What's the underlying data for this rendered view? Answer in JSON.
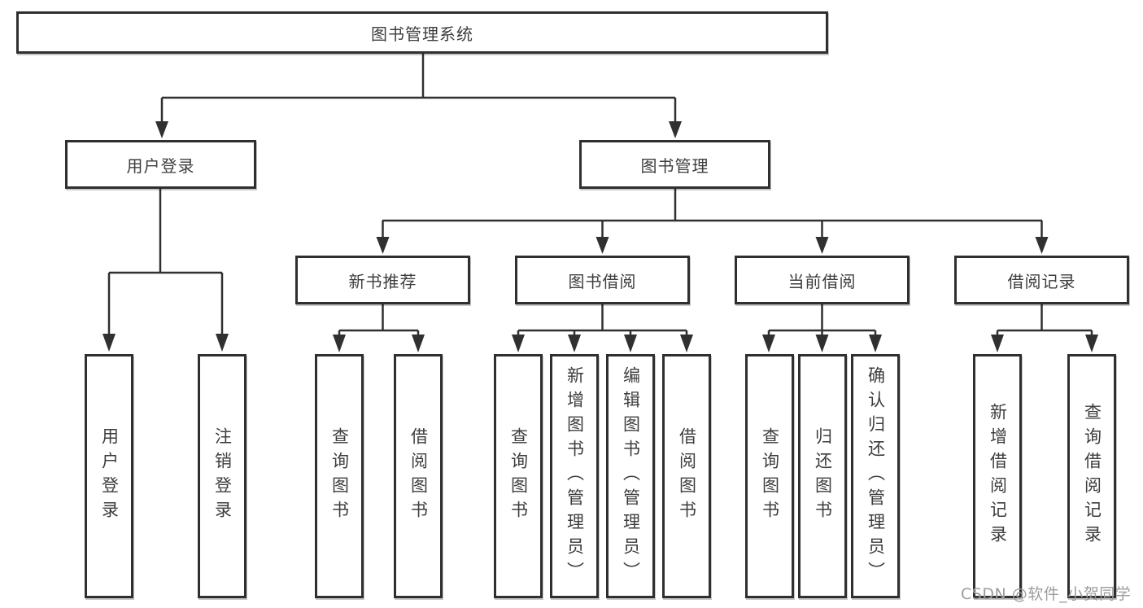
{
  "diagram_type": "hierarchy-tree",
  "tree": {
    "label": "图书管理系统",
    "children": [
      {
        "label": "用户登录",
        "children": [
          {
            "label": "用户登录"
          },
          {
            "label": "注销登录"
          }
        ]
      },
      {
        "label": "图书管理",
        "children": [
          {
            "label": "新书推荐",
            "children": [
              {
                "label": "查询图书"
              },
              {
                "label": "借阅图书"
              }
            ]
          },
          {
            "label": "图书借阅",
            "children": [
              {
                "label": "查询图书"
              },
              {
                "label": "新增图书（管理员）"
              },
              {
                "label": "编辑图书（管理员）"
              },
              {
                "label": "借阅图书"
              }
            ]
          },
          {
            "label": "当前借阅",
            "children": [
              {
                "label": "查询图书"
              },
              {
                "label": "归还图书"
              },
              {
                "label": "确认归还（管理员）"
              }
            ]
          },
          {
            "label": "借阅记录",
            "children": [
              {
                "label": "新增借阅记录"
              },
              {
                "label": "查询借阅记录"
              }
            ]
          }
        ]
      }
    ]
  },
  "watermark": {
    "text": "CSDN @软件_小贺同学"
  },
  "colors": {
    "line": "#303030",
    "box_border": "#2f2f2f",
    "text": "#3d3d3d",
    "background": "#ffffff",
    "watermark": "#9c9c9c"
  }
}
